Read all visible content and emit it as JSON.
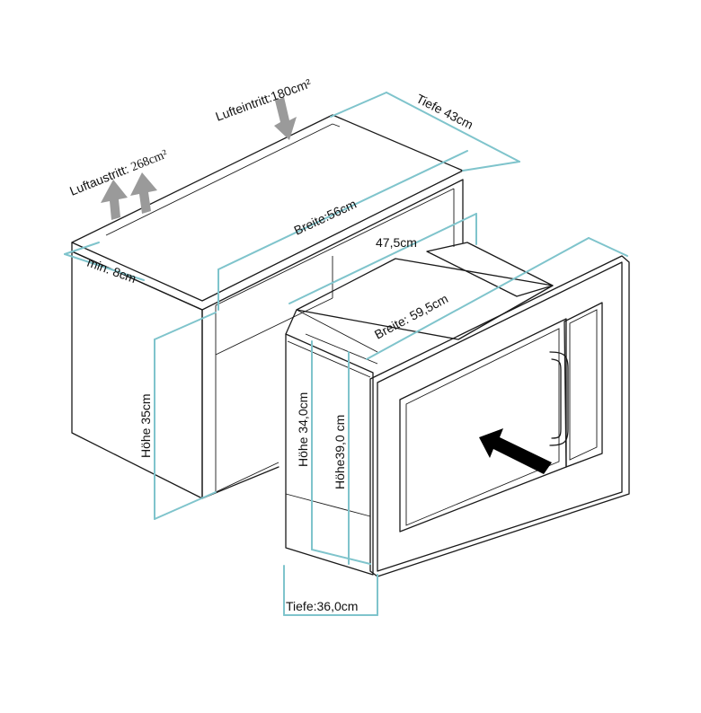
{
  "labels": {
    "air_inlet": "Lufteintritt:180cm²",
    "air_outlet_prefix": "Luftaustritt:",
    "air_outlet_value": "268cm²",
    "depth_cabinet": "Tiefe 43cm",
    "width_cabinet": "Breite:56cm",
    "min_gap": "min. 8cm",
    "height_cabinet": "Höhe 35cm",
    "inner_width": "47,5cm",
    "width_microwave": "Breite: 59,5cm",
    "height_body": "Höhe 34,0cm",
    "height_front": "Höhe39,0 cm",
    "depth_microwave": "Tiefe:36,0cm"
  },
  "colors": {
    "dimension_line": "#7fc4cc",
    "outline": "#1a1a1a",
    "airflow_arrow": "#9a9a9a",
    "insert_arrow": "#000000"
  },
  "icons": {
    "inlet_arrow": "arrow-down-icon",
    "outlet_arrows": "arrow-up-icon",
    "insert_arrow": "arrow-insert-icon"
  }
}
